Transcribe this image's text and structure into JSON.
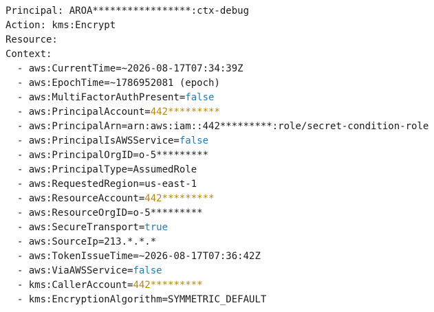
{
  "header": {
    "principal": "Principal: AROA*****************:ctx-debug",
    "action": "Action: kms:Encrypt",
    "resource": "Resource:",
    "context": "Context:"
  },
  "bullet": "  - ",
  "colors": {
    "bool": "#1a7fb8",
    "account": "#b8860b",
    "text": "#1b1b1b"
  },
  "context_items": [
    {
      "key": "aws:CurrentTime=",
      "value": "~2026-08-17T07:34:39Z",
      "kind": "plain"
    },
    {
      "key": "aws:EpochTime=",
      "value": "~1786952081 (epoch)",
      "kind": "plain"
    },
    {
      "key": "aws:MultiFactorAuthPresent=",
      "value": "false",
      "kind": "bool"
    },
    {
      "key": "aws:PrincipalAccount=",
      "value": "442*********",
      "kind": "acct"
    },
    {
      "key": "aws:PrincipalArn=",
      "value": "arn:aws:iam::442*********:role/secret-condition-role",
      "kind": "plain"
    },
    {
      "key": "aws:PrincipalIsAWSService=",
      "value": "false",
      "kind": "bool"
    },
    {
      "key": "aws:PrincipalOrgID=",
      "value": "o-5*********",
      "kind": "plain"
    },
    {
      "key": "aws:PrincipalType=",
      "value": "AssumedRole",
      "kind": "plain"
    },
    {
      "key": "aws:RequestedRegion=",
      "value": "us-east-1",
      "kind": "plain"
    },
    {
      "key": "aws:ResourceAccount=",
      "value": "442*********",
      "kind": "acct"
    },
    {
      "key": "aws:ResourceOrgID=",
      "value": "o-5*********",
      "kind": "plain"
    },
    {
      "key": "aws:SecureTransport=",
      "value": "true",
      "kind": "bool"
    },
    {
      "key": "aws:SourceIp=",
      "value": "213.*.*.*",
      "kind": "plain"
    },
    {
      "key": "aws:TokenIssueTime=",
      "value": "~2026-08-17T07:36:42Z",
      "kind": "plain"
    },
    {
      "key": "aws:ViaAWSService=",
      "value": "false",
      "kind": "bool"
    },
    {
      "key": "kms:CallerAccount=",
      "value": "442*********",
      "kind": "acct"
    },
    {
      "key": "kms:EncryptionAlgorithm=",
      "value": "SYMMETRIC_DEFAULT",
      "kind": "plain"
    }
  ]
}
